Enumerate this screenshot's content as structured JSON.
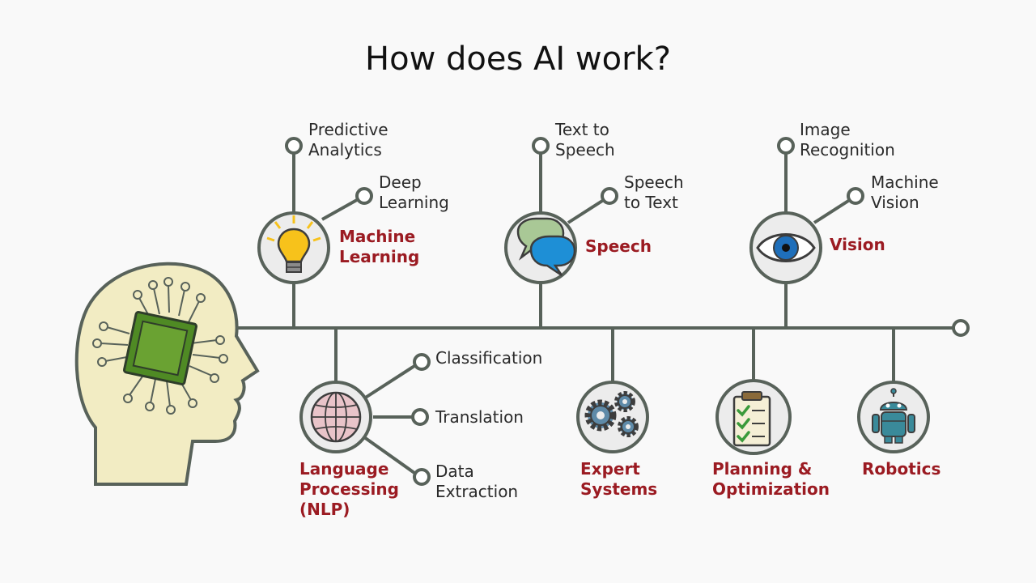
{
  "title": "How does AI work?",
  "colors": {
    "line": "#58625a",
    "category_text": "#9b1b22",
    "head_fill": "#f2ecc3",
    "chip": "#6aa232",
    "bulb": "#f7c21b",
    "bubble_green": "#a9c896",
    "bubble_blue": "#1e8fd6",
    "eye_blue": "#1f6fba",
    "gear": "#5e8aa8",
    "robot": "#3a8a9a"
  },
  "categories": {
    "machine_learning": {
      "label": "Machine\nLearning",
      "icon": "lightbulb-icon",
      "subitems": [
        "Predictive\nAnalytics",
        "Deep\nLearning"
      ]
    },
    "speech": {
      "label": "Speech",
      "icon": "speech-bubbles-icon",
      "subitems": [
        "Text to\nSpeech",
        "Speech\nto Text"
      ]
    },
    "vision": {
      "label": "Vision",
      "icon": "eye-icon",
      "subitems": [
        "Image\nRecognition",
        "Machine\nVision"
      ]
    },
    "nlp": {
      "label": "Language\nProcessing\n(NLP)",
      "icon": "globe-icon",
      "subitems": [
        "Classification",
        "Translation",
        "Data\nExtraction"
      ]
    },
    "expert_systems": {
      "label": "Expert\nSystems",
      "icon": "gears-icon"
    },
    "planning": {
      "label": "Planning &\nOptimization",
      "icon": "checklist-icon"
    },
    "robotics": {
      "label": "Robotics",
      "icon": "robot-icon"
    }
  }
}
